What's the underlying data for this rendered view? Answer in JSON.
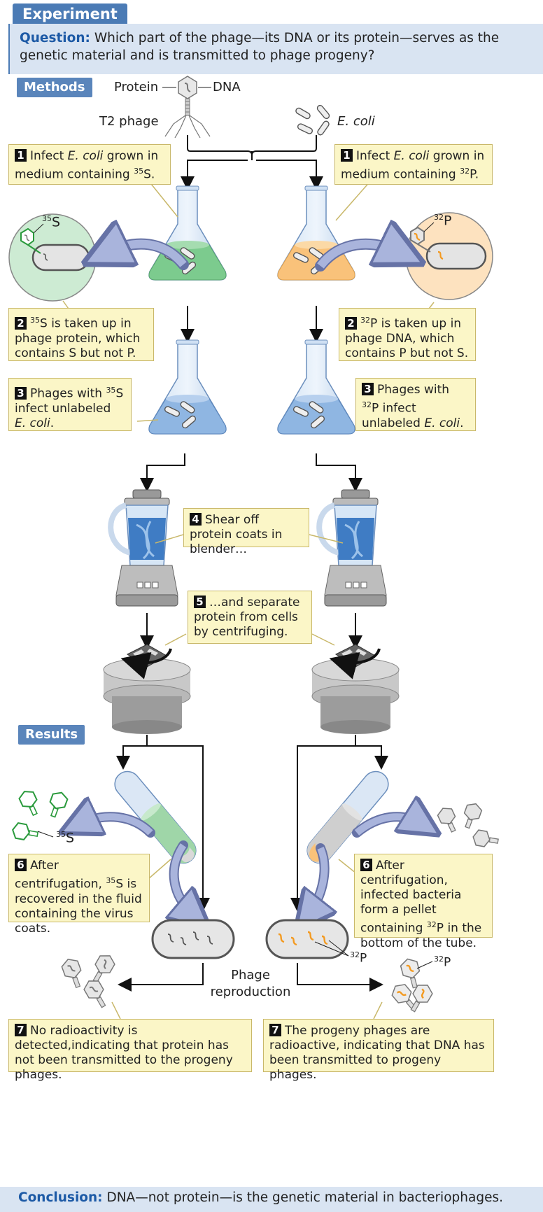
{
  "header": {
    "title": "Experiment"
  },
  "question": {
    "label": "Question:",
    "text": "Which part of the phage—its DNA or its protein—serves as the genetic material and is transmitted to phage progeny?"
  },
  "methods_label": "Methods",
  "results_label": "Results",
  "phage": {
    "protein_label": "Protein",
    "dna_label": "DNA",
    "name": "T2 phage",
    "ecoli": "E. coli"
  },
  "left": {
    "s1_pre": "Infect ",
    "s1_ecoli": "E. coli",
    "s1_post": " grown in medium containing ",
    "s1_iso_mass": "35",
    "s1_iso": "S",
    "s1_end": ".",
    "circle_iso_mass": "35",
    "circle_iso": "S",
    "s2_iso_mass": "35",
    "s2_text": "S is taken up in phage protein, which contains S but not P.",
    "s3_pre": "Phages with ",
    "s3_iso_mass": "35",
    "s3_iso": "S",
    "s3_post": " infect unlabeled ",
    "s3_ecoli": "E. coli",
    "s3_end": ".",
    "s6_pre": "After centrifugation, ",
    "s6_iso_mass": "35",
    "s6_post": "S is recovered in the fluid containing the virus coats.",
    "coat_iso_mass": "35",
    "coat_iso": "S",
    "s7": "No radioactivity is detected,indicating that protein has not been transmitted to the progeny phages."
  },
  "right": {
    "s1_pre": "Infect ",
    "s1_ecoli": "E. coli",
    "s1_post": " grown in medium containing ",
    "s1_iso_mass": "32",
    "s1_iso": "P",
    "s1_end": ".",
    "circle_iso_mass": "32",
    "circle_iso": "P",
    "s2_iso_mass": "32",
    "s2_text": "P is taken up in phage DNA, which contains P but not S.",
    "s3_pre": "Phages with ",
    "s3_iso_mass": "32",
    "s3_iso": "P",
    "s3_post": " infect unlabeled ",
    "s3_ecoli": "E. coli",
    "s3_end": ".",
    "s6_a": "After centrifugation, infected bacteria form a pellet containing ",
    "s6_iso_mass": "32",
    "s6_b": "P in the bottom of the tube.",
    "pellet_iso_mass": "32",
    "pellet_iso": "P",
    "progeny_iso_mass": "32",
    "progeny_iso": "P",
    "s7": "The progeny phages are radioactive, indicating that DNA has been transmitted to progeny phages."
  },
  "steps": {
    "n1": "1",
    "n2": "2",
    "n3": "3",
    "n4": "4",
    "n5": "5",
    "n6": "6",
    "n7": "7",
    "s4": "Shear off protein coats in blender…",
    "s5": "…and separate protein from cells by centrifuging."
  },
  "reproduction": "Phage reproduction",
  "conclusion": {
    "label": "Conclusion:",
    "text": "DNA—not protein—is the genetic material in bacteriophages."
  },
  "colors": {
    "accent": "#4b7bb5",
    "note_bg": "#fbf6c7",
    "green": "#7ccb8e",
    "orange": "#f7a233",
    "flask_blue": "#8fb6e2"
  }
}
